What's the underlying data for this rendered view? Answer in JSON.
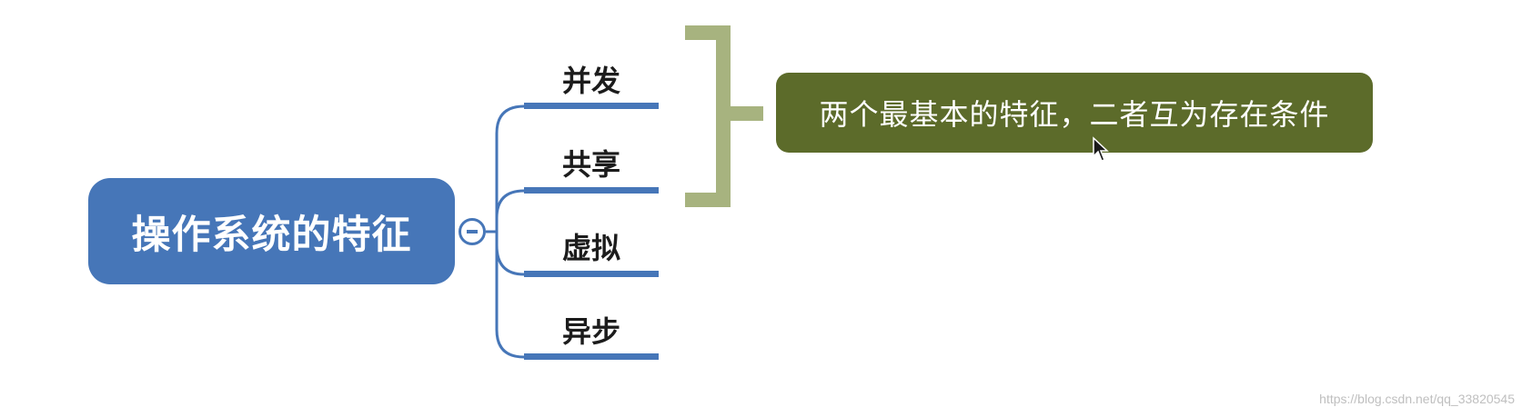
{
  "mindmap": {
    "root": {
      "label": "操作系统的特征"
    },
    "branches": [
      {
        "label": "并发"
      },
      {
        "label": "共享"
      },
      {
        "label": "虚拟"
      },
      {
        "label": "异步"
      }
    ],
    "summary": {
      "label": "两个最基本的特征，二者互为存在条件"
    }
  },
  "watermark": "https://blog.csdn.net/qq_33820545",
  "colors": {
    "root_fill": "#4676b8",
    "connector": "#4676b8",
    "bracket": "#a7b37f",
    "summary_fill": "#5c6b2a"
  }
}
